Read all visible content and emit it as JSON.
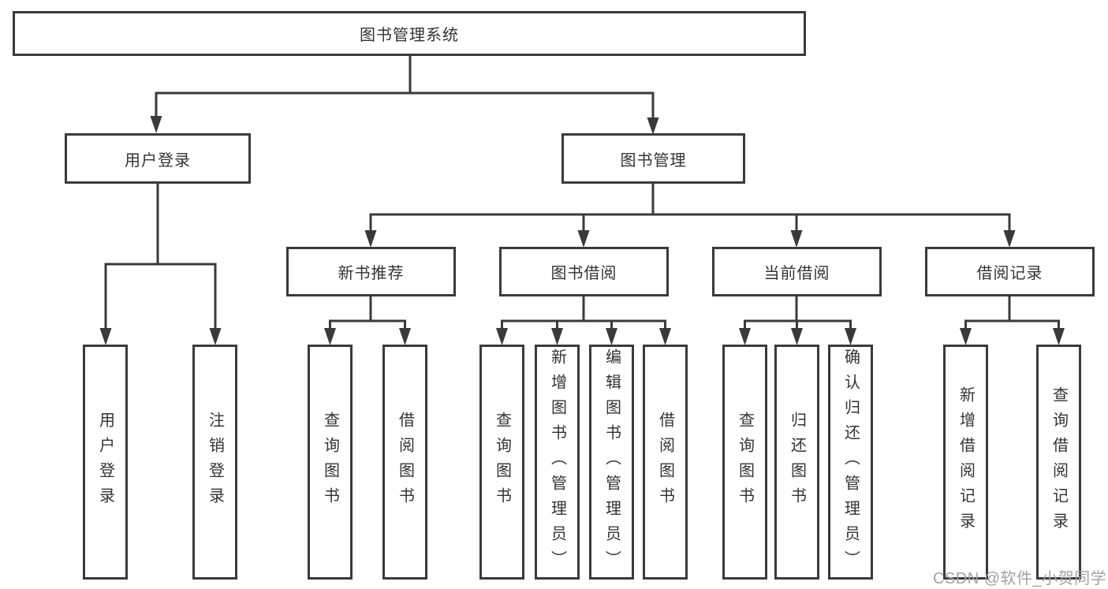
{
  "diagram_title": "图书管理系统",
  "colors": {
    "line": "#3a3a3a",
    "text": "#333333",
    "box_background": "#ffffff",
    "watermark": "#a2a2a2"
  },
  "nodes": {
    "root": {
      "label": "图书管理系统"
    },
    "level2": [
      {
        "label": "用户登录"
      },
      {
        "label": "图书管理"
      }
    ],
    "level3": [
      {
        "label": "新书推荐",
        "parent": "图书管理"
      },
      {
        "label": "图书借阅",
        "parent": "图书管理"
      },
      {
        "label": "当前借阅",
        "parent": "图书管理"
      },
      {
        "label": "借阅记录",
        "parent": "图书管理"
      }
    ],
    "leaves": [
      {
        "label": "用户登录",
        "parent": "用户登录"
      },
      {
        "label": "注销登录",
        "parent": "用户登录"
      },
      {
        "label": "查询图书",
        "parent": "新书推荐"
      },
      {
        "label": "借阅图书",
        "parent": "新书推荐"
      },
      {
        "label": "查询图书",
        "parent": "图书借阅"
      },
      {
        "label": "新增图书（管理员）",
        "parent": "图书借阅"
      },
      {
        "label": "编辑图书（管理员）",
        "parent": "图书借阅"
      },
      {
        "label": "借阅图书",
        "parent": "图书借阅"
      },
      {
        "label": "查询图书",
        "parent": "当前借阅"
      },
      {
        "label": "归还图书",
        "parent": "当前借阅"
      },
      {
        "label": "确认归还（管理员）",
        "parent": "当前借阅"
      },
      {
        "label": "新增借阅记录",
        "parent": "借阅记录"
      },
      {
        "label": "查询借阅记录",
        "parent": "借阅记录"
      }
    ]
  },
  "watermark": {
    "text": "CSDN @软件_小贺同学"
  }
}
